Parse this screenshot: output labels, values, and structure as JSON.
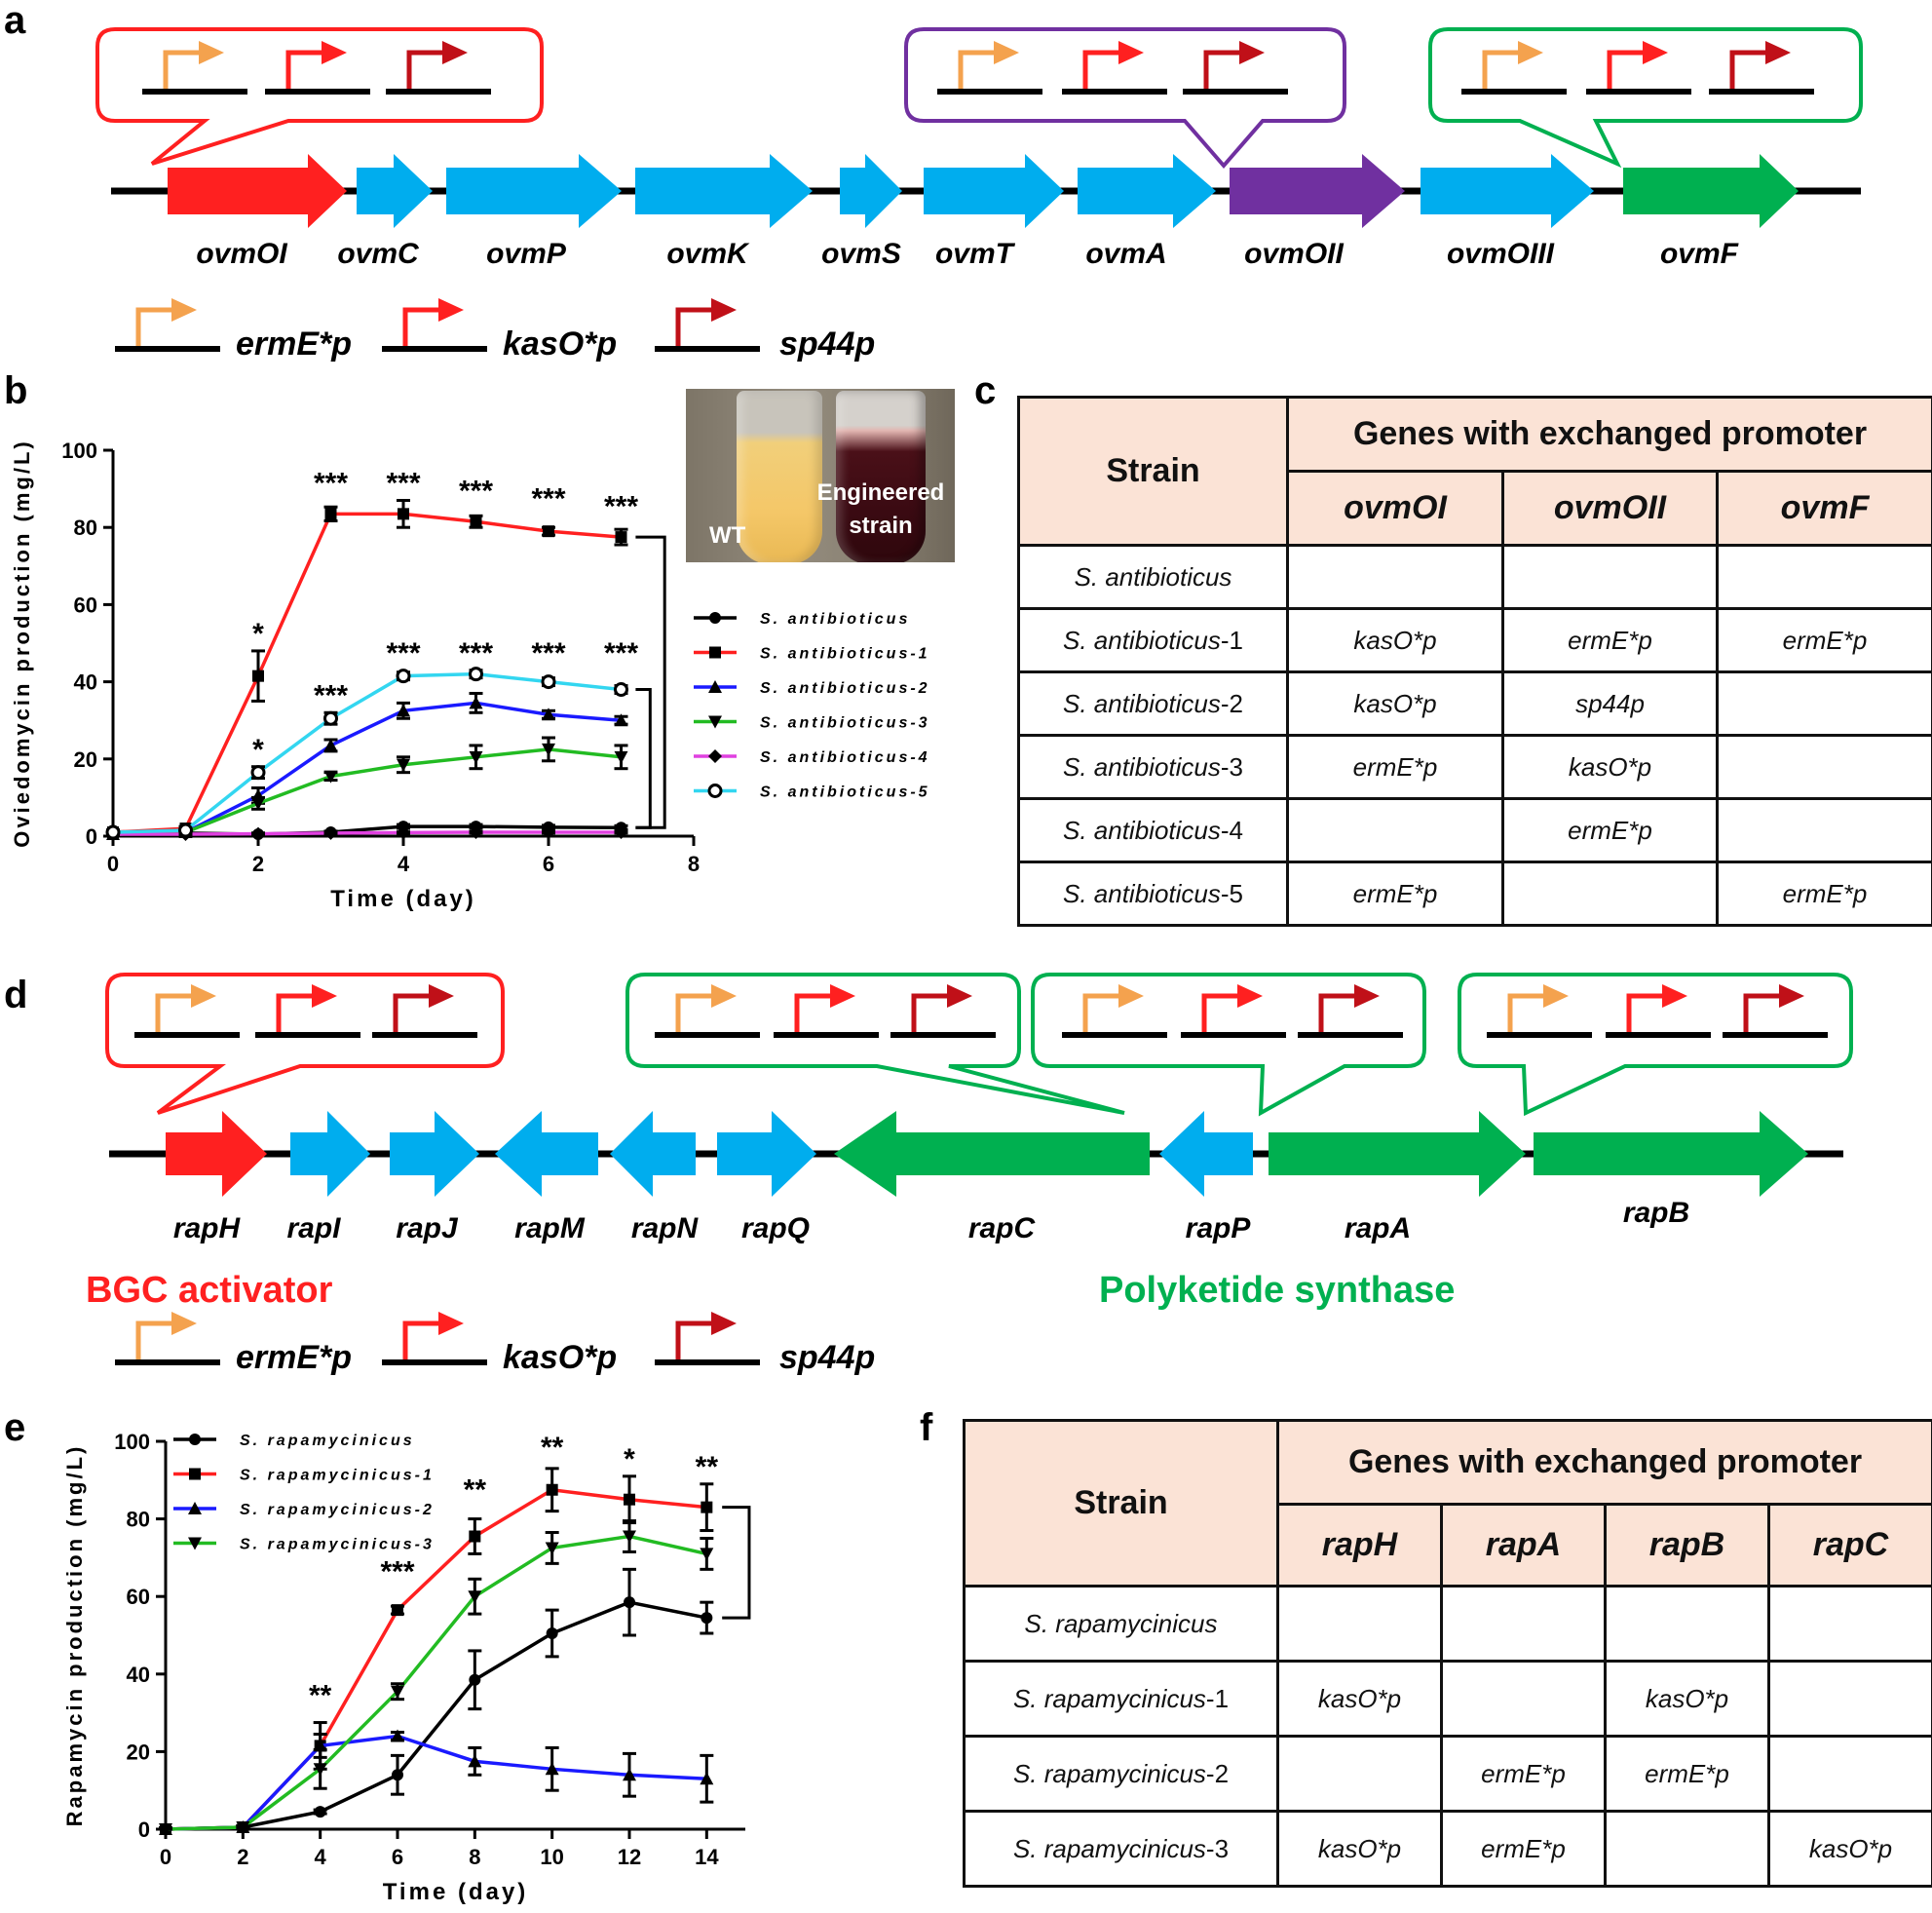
{
  "panels": {
    "a": "a",
    "b": "b",
    "c": "c",
    "d": "d",
    "e": "e",
    "f": "f"
  },
  "promoters": [
    "ermE*p",
    "kasO*p",
    "sp44p"
  ],
  "colors": {
    "ermE": "#f4a24e",
    "kasO": "#ff2020",
    "sp44": "#c01018",
    "red": "#ff2020",
    "blue": "#00adee",
    "purple": "#7030a0",
    "green": "#00b050",
    "header_fill": "#fbe3d6",
    "cyan": "#33d6f0",
    "magenta": "#e040e0"
  },
  "panel_a": {
    "genes": [
      "ovmOI",
      "ovmC",
      "ovmP",
      "ovmK",
      "ovmS",
      "ovmT",
      "ovmA",
      "ovmOII",
      "ovmOIII",
      "ovmF"
    ]
  },
  "panel_b": {
    "photo_labels": {
      "wt": "WT",
      "engineered": "Engineered strain"
    },
    "significance": {
      "s1": [
        "*",
        "***",
        "***",
        "***",
        "***",
        "***"
      ],
      "s5": [
        "*",
        "***",
        "***",
        "***",
        "***",
        "***"
      ]
    }
  },
  "table_c": {
    "strain_header": "Strain",
    "group_header": "Genes with exchanged promoter",
    "genes": [
      "ovmOI",
      "ovmOII",
      "ovmF"
    ],
    "rows": [
      {
        "strain": "S. antibioticus",
        "suffix": "",
        "cells": [
          "",
          "",
          ""
        ]
      },
      {
        "strain": "S. antibioticus",
        "suffix": "-1",
        "cells": [
          "kasO*p",
          "ermE*p",
          "ermE*p"
        ]
      },
      {
        "strain": "S. antibioticus",
        "suffix": "-2",
        "cells": [
          "kasO*p",
          "sp44p",
          ""
        ]
      },
      {
        "strain": "S. antibioticus",
        "suffix": "-3",
        "cells": [
          "ermE*p",
          "kasO*p",
          ""
        ]
      },
      {
        "strain": "S. antibioticus",
        "suffix": "-4",
        "cells": [
          "",
          "ermE*p",
          ""
        ]
      },
      {
        "strain": "S. antibioticus",
        "suffix": "-5",
        "cells": [
          "ermE*p",
          "",
          "ermE*p"
        ]
      }
    ]
  },
  "panel_d": {
    "genes": [
      "rapH",
      "rapI",
      "rapJ",
      "rapM",
      "rapN",
      "rapQ",
      "rapC",
      "rapP",
      "rapA",
      "rapB"
    ],
    "labels": {
      "activator": "BGC activator",
      "pks": "Polyketide synthase"
    }
  },
  "panel_e": {
    "significance": [
      "**",
      "***",
      "**",
      "**",
      "*",
      "**"
    ]
  },
  "table_f": {
    "strain_header": "Strain",
    "group_header": "Genes with exchanged promoter",
    "genes": [
      "rapH",
      "rapA",
      "rapB",
      "rapC"
    ],
    "rows": [
      {
        "strain": "S. rapamycinicus",
        "suffix": "",
        "cells": [
          "",
          "",
          "",
          ""
        ]
      },
      {
        "strain": "S. rapamycinicus",
        "suffix": "-1",
        "cells": [
          "kasO*p",
          "",
          "kasO*p",
          ""
        ]
      },
      {
        "strain": "S. rapamycinicus",
        "suffix": "-2",
        "cells": [
          "",
          "ermE*p",
          "ermE*p",
          ""
        ]
      },
      {
        "strain": "S. rapamycinicus",
        "suffix": "-3",
        "cells": [
          "kasO*p",
          "ermE*p",
          "",
          "kasO*p"
        ]
      }
    ]
  },
  "chart_data": [
    {
      "type": "line",
      "panel": "b",
      "xlabel": "Time (day)",
      "ylabel": "Oviedomycin production (mg/L)",
      "xlim": [
        0,
        8
      ],
      "ylim": [
        0,
        100
      ],
      "xticks": [
        0,
        2,
        4,
        6,
        8
      ],
      "yticks": [
        0,
        20,
        40,
        60,
        80,
        100
      ],
      "legend_position": "right",
      "grid": false,
      "x": [
        0,
        1,
        2,
        3,
        4,
        5,
        6,
        7
      ],
      "series": [
        {
          "name": "S. antibioticus",
          "color": "#000000",
          "marker": "circle",
          "values": [
            0.5,
            0.8,
            0.5,
            1,
            2.5,
            2.5,
            2.3,
            2.2
          ],
          "err": [
            0.3,
            0.3,
            0.3,
            0.3,
            0.5,
            0.5,
            0.5,
            0.5
          ]
        },
        {
          "name": "S. antibioticus-1",
          "color": "#ff2020",
          "marker": "square",
          "values": [
            1,
            2,
            41.5,
            83.5,
            83.5,
            81.5,
            79,
            77.5
          ],
          "err": [
            0.5,
            0.5,
            6.5,
            1.8,
            3.5,
            1.5,
            1,
            2
          ]
        },
        {
          "name": "S. antibioticus-2",
          "color": "#1a1aff",
          "marker": "triangle-up",
          "values": [
            0.5,
            1,
            10.5,
            23.5,
            32.5,
            34.5,
            31.5,
            30
          ],
          "err": [
            0.3,
            0.3,
            2,
            1.5,
            2,
            2.5,
            1,
            1
          ]
        },
        {
          "name": "S. antibioticus-3",
          "color": "#22bb22",
          "marker": "triangle-down",
          "values": [
            0.5,
            1,
            8.5,
            15.5,
            18.5,
            20.5,
            22.5,
            20.5
          ],
          "err": [
            0.3,
            0.3,
            1.5,
            1,
            2,
            3,
            3,
            3
          ]
        },
        {
          "name": "S. antibioticus-4",
          "color": "#e040e0",
          "marker": "diamond",
          "values": [
            0.5,
            0.5,
            0.6,
            0.8,
            0.9,
            1,
            1,
            1
          ],
          "err": [
            0.2,
            0.2,
            0.2,
            0.2,
            0.2,
            0.2,
            0.2,
            0.2
          ]
        },
        {
          "name": "S. antibioticus-5",
          "color": "#33d6f0",
          "marker": "open-circle",
          "values": [
            1,
            1.5,
            16.5,
            30.5,
            41.5,
            42,
            40,
            38
          ],
          "err": [
            0.5,
            0.5,
            1.5,
            1.5,
            1,
            1,
            1,
            1
          ]
        }
      ]
    },
    {
      "type": "line",
      "panel": "e",
      "xlabel": "Time (day)",
      "ylabel": "Rapamycin production (mg/L)",
      "xlim": [
        0,
        15
      ],
      "ylim": [
        0,
        100
      ],
      "xticks": [
        0,
        2,
        4,
        6,
        8,
        10,
        12,
        14
      ],
      "yticks": [
        0,
        20,
        40,
        60,
        80,
        100
      ],
      "legend_position": "top-left",
      "grid": false,
      "x": [
        0,
        2,
        4,
        6,
        8,
        10,
        12,
        14
      ],
      "series": [
        {
          "name": "S. rapamycinicus",
          "color": "#000000",
          "marker": "circle",
          "values": [
            0,
            0.5,
            4.5,
            14,
            38.5,
            50.5,
            58.5,
            54.5
          ],
          "err": [
            0.3,
            0.3,
            0.5,
            5,
            7.5,
            6,
            8.5,
            4
          ]
        },
        {
          "name": "S. rapamycinicus-1",
          "color": "#ff2020",
          "marker": "square",
          "values": [
            0,
            0.5,
            21.5,
            56.5,
            75.5,
            87.5,
            85,
            83
          ],
          "err": [
            0.3,
            0.3,
            6,
            1,
            4.5,
            5.5,
            6,
            6
          ]
        },
        {
          "name": "S. rapamycinicus-2",
          "color": "#1a1aff",
          "marker": "triangle-up",
          "values": [
            0,
            0.5,
            21.5,
            24,
            17.5,
            15.5,
            14,
            13
          ],
          "err": [
            0.3,
            0.3,
            3,
            1,
            3.5,
            5.5,
            5.5,
            6
          ]
        },
        {
          "name": "S. rapamycinicus-3",
          "color": "#22bb22",
          "marker": "triangle-down",
          "values": [
            0,
            0.5,
            15.5,
            35.5,
            60,
            72.5,
            75.5,
            71
          ],
          "err": [
            0.3,
            0.3,
            5,
            2,
            4.5,
            4,
            4,
            4
          ]
        }
      ]
    }
  ]
}
